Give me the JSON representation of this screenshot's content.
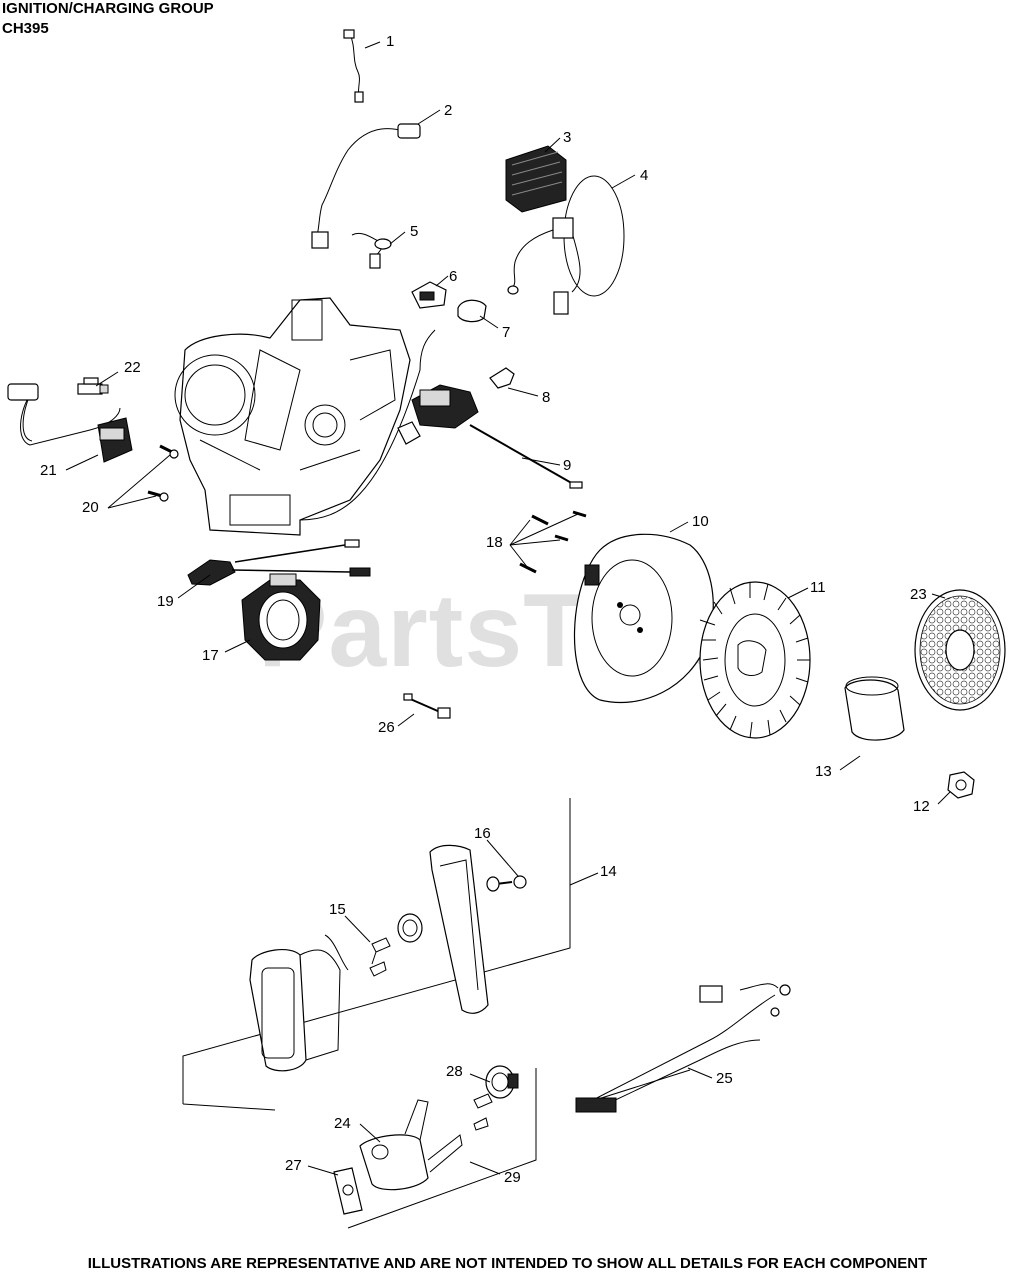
{
  "header": {
    "title": "IGNITION/CHARGING GROUP",
    "model": "CH395"
  },
  "footer": {
    "disclaimer": "ILLUSTRATIONS ARE REPRESENTATIVE AND ARE NOT INTENDED TO SHOW ALL DETAILS FOR EACH COMPONENT"
  },
  "watermark": {
    "text": "PartsTree"
  },
  "callouts": {
    "c1": "1",
    "c2": "2",
    "c3": "3",
    "c4": "4",
    "c5": "5",
    "c6": "6",
    "c7": "7",
    "c8": "8",
    "c9": "9",
    "c10": "10",
    "c11": "11",
    "c12": "12",
    "c13": "13",
    "c14": "14",
    "c15": "15",
    "c16": "16",
    "c17": "17",
    "c18": "18",
    "c19": "19",
    "c20": "20",
    "c21": "21",
    "c22": "22",
    "c23": "23",
    "c24": "24",
    "c25": "25",
    "c26": "26",
    "c27": "27",
    "c28": "28",
    "c29": "29"
  }
}
